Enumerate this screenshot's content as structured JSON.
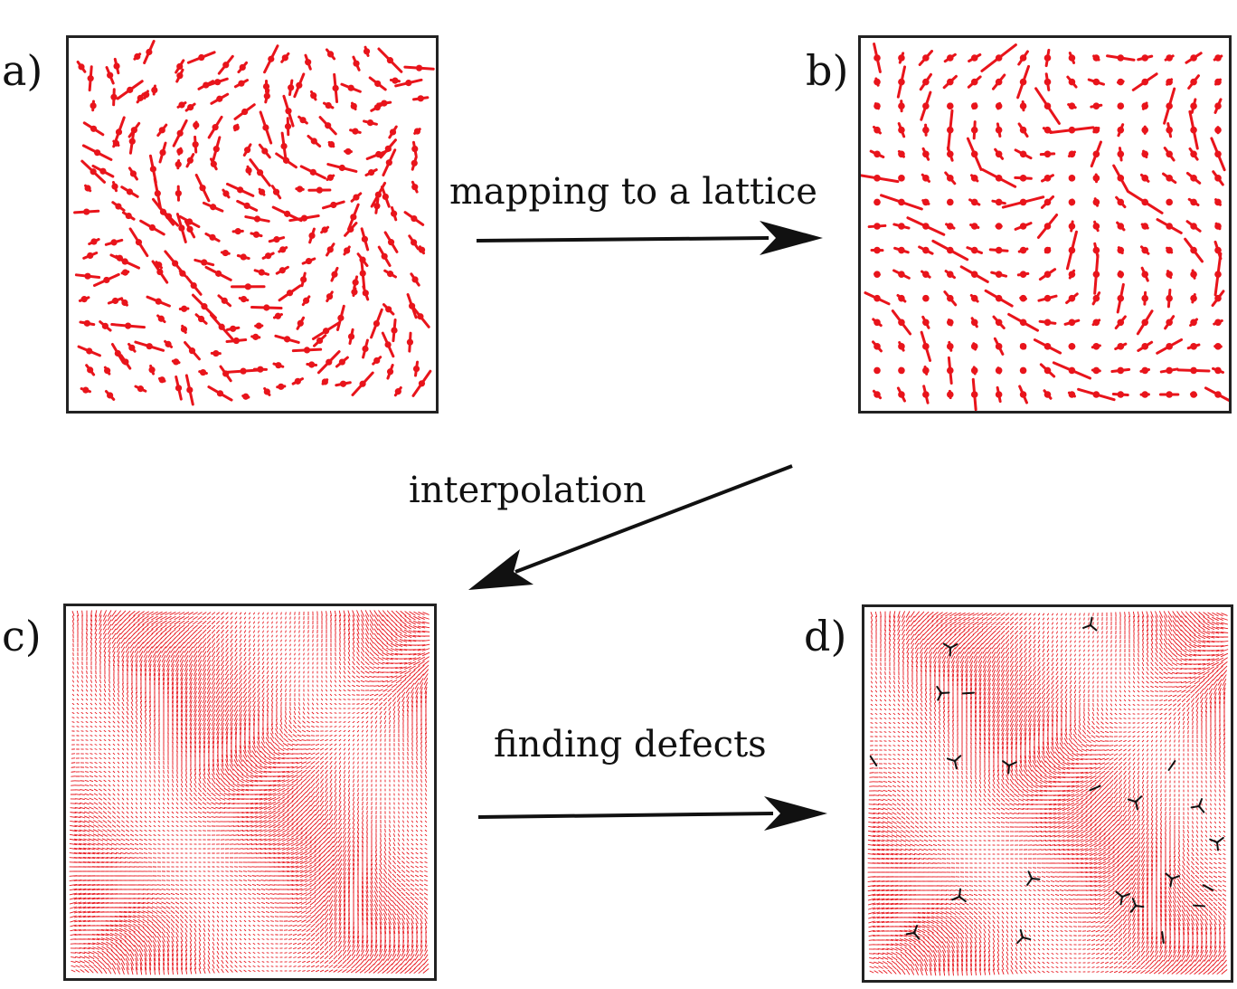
{
  "panels": {
    "a": {
      "label": "a)"
    },
    "b": {
      "label": "b)"
    },
    "c": {
      "label": "c)"
    },
    "d": {
      "label": "d)"
    }
  },
  "steps": {
    "mapping": "mapping to a lattice",
    "interpolation": "interpolation",
    "defects": "finding defects"
  },
  "colors": {
    "director": "#e8141b",
    "defect": "#111111",
    "frame": "#222222",
    "arrow": "#111111"
  }
}
